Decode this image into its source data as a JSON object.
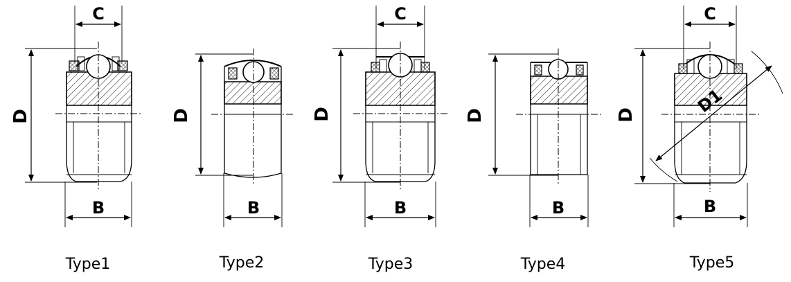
{
  "types": [
    {
      "label": "Type1",
      "dims": {
        "c": "C",
        "d": "D",
        "b": "B"
      }
    },
    {
      "label": "Type2",
      "dims": {
        "d": "D",
        "b": "B"
      }
    },
    {
      "label": "Type3",
      "dims": {
        "c": "C",
        "d": "D",
        "b": "B"
      }
    },
    {
      "label": "Type4",
      "dims": {
        "d": "D",
        "b": "B"
      }
    },
    {
      "label": "Type5",
      "dims": {
        "c": "C",
        "d": "D",
        "b": "B",
        "d1": "D1"
      }
    }
  ],
  "colors": {
    "line": "#000000",
    "background": "#ffffff"
  }
}
